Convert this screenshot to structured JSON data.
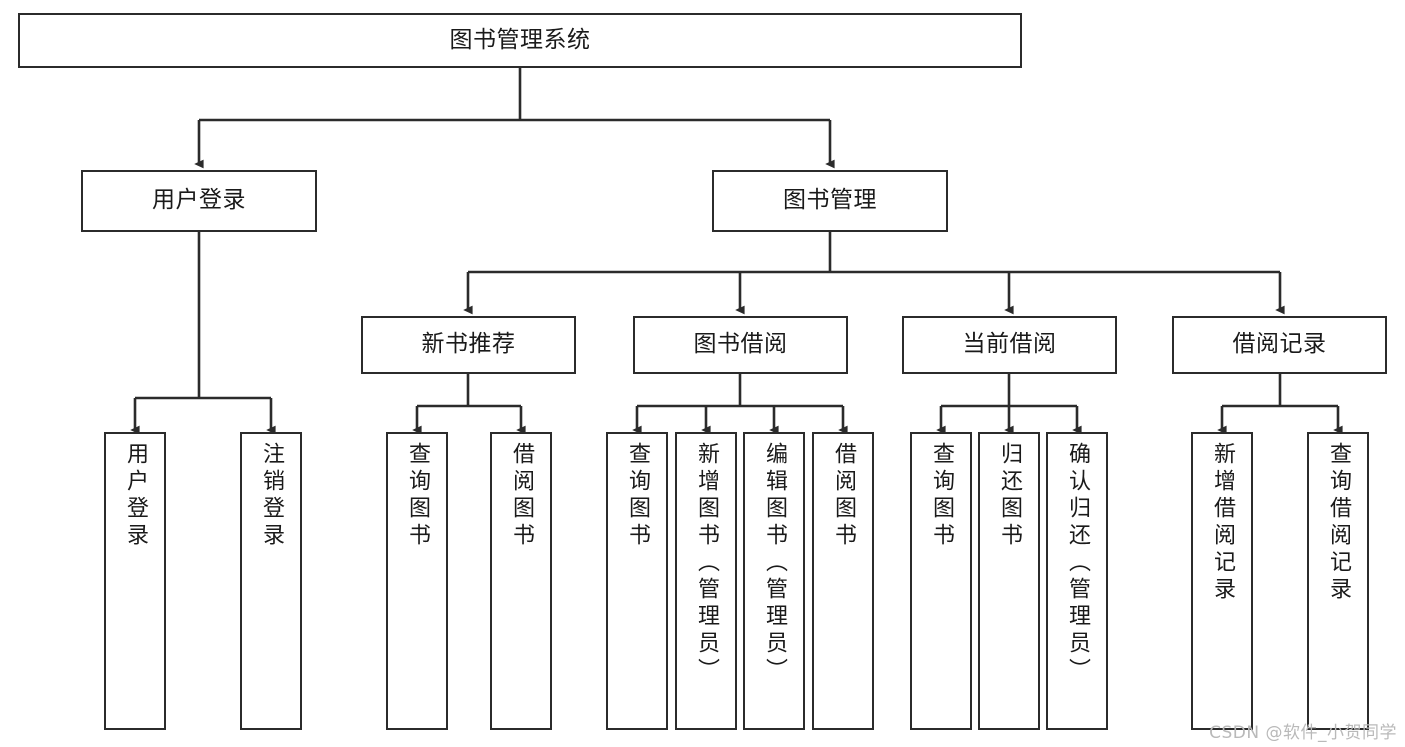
{
  "diagram": {
    "title": "图书管理系统",
    "type": "tree",
    "root": {
      "label": "图书管理系统"
    },
    "level2": [
      {
        "label": "用户登录"
      },
      {
        "label": "图书管理"
      }
    ],
    "level3": [
      {
        "label": "新书推荐"
      },
      {
        "label": "图书借阅"
      },
      {
        "label": "当前借阅"
      },
      {
        "label": "借阅记录"
      }
    ],
    "leaves": {
      "user_login": [
        {
          "label": "用户登录"
        },
        {
          "label": "注销登录"
        }
      ],
      "new_book_recommend": [
        {
          "label": "查询图书"
        },
        {
          "label": "借阅图书"
        }
      ],
      "book_borrow": [
        {
          "label": "查询图书"
        },
        {
          "label": "新增图书（管理员）"
        },
        {
          "label": "编辑图书（管理员）"
        },
        {
          "label": "借阅图书"
        }
      ],
      "current_borrow": [
        {
          "label": "查询图书"
        },
        {
          "label": "归还图书"
        },
        {
          "label": "确认归还（管理员）"
        }
      ],
      "borrow_record": [
        {
          "label": "新增借阅记录"
        },
        {
          "label": "查询借阅记录"
        }
      ]
    }
  },
  "watermark": {
    "text": "CSDN @软件_小贺同学"
  },
  "colors": {
    "box_border": "#2b2b2b",
    "box_fill": "#ffffff",
    "line": "#2b2b2b",
    "text": "#1a1a1a",
    "watermark": "#b9b9b9"
  }
}
